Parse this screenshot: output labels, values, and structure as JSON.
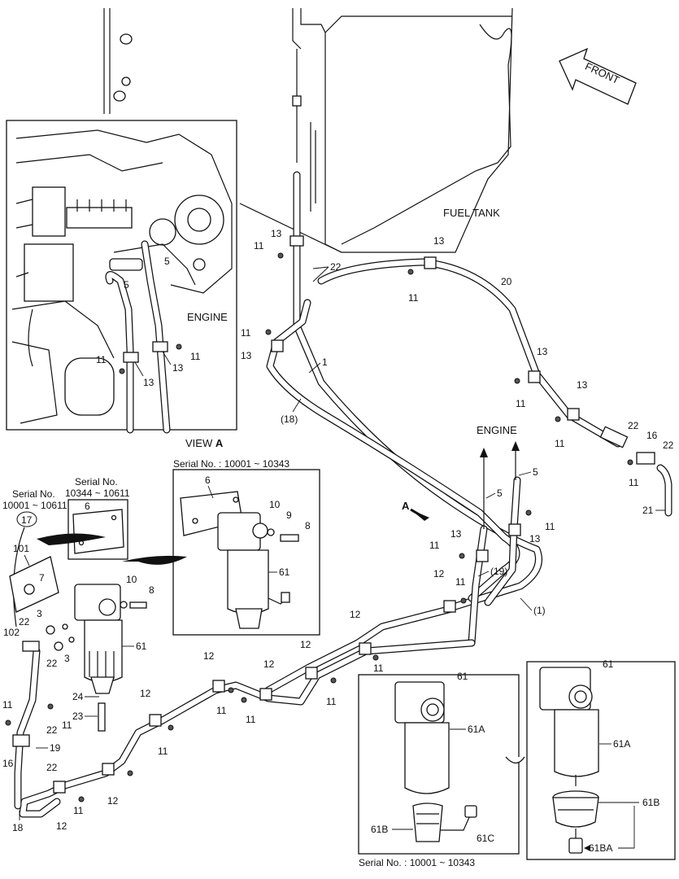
{
  "labels": {
    "fuel_tank": "FUEL TANK",
    "front": "FRONT",
    "engine_view": "ENGINE",
    "engine_top": "ENGINE",
    "view_a_prefix": "VIEW ",
    "view_a_letter": "A",
    "arrow_a": "A"
  },
  "serial_labels": {
    "s1_title": "Serial No.",
    "s1_range": "10001 ~ 10611",
    "s2_title": "Serial No.",
    "s2_range": "10344 ~ 10611",
    "s3": "Serial No. : 10001 ~ 10343",
    "s4": "Serial No. : 10001 ~ 10343"
  },
  "callouts": {
    "c1": "11",
    "c2": "13",
    "c3": "22",
    "c4": "13",
    "c5": "11",
    "c6": "20",
    "c7": "11",
    "c8": "13",
    "c9": "1",
    "c10": "(18)",
    "c11": "13",
    "c12": "11",
    "c13": "13",
    "c14": "11",
    "c15": "22",
    "c16": "16",
    "c17": "22",
    "c18": "11",
    "c19": "21",
    "c20": "5",
    "c21": "5",
    "c22": "11",
    "c23": "13",
    "c24": "13",
    "c25": "11",
    "c26": "12",
    "c27": "11",
    "c28": "(19)",
    "c29": "(1)",
    "c30": "12",
    "c31": "11",
    "c32": "12",
    "c33": "11",
    "c34": "12",
    "c35": "11",
    "c36": "12",
    "c37": "11",
    "c38": "12",
    "c39": "11",
    "c40": "12",
    "c41": "11",
    "c42": "12",
    "c43": "12",
    "c44": "5",
    "c45": "5",
    "c46": "11",
    "c47": "11",
    "c48": "13",
    "c49": "13",
    "c50": "6",
    "c51": "10",
    "c52": "9",
    "c53": "8",
    "c54": "61",
    "c55": "6",
    "c56": "17",
    "c57": "101",
    "c58": "7",
    "c59": "10",
    "c60": "8",
    "c61": "3",
    "c62": "22",
    "c63": "102",
    "c64": "22",
    "c65": "3",
    "c66": "61",
    "c67": "24",
    "c68": "23",
    "c69": "11",
    "c70": "11",
    "c71": "22",
    "c72": "19",
    "c73": "16",
    "c74": "22",
    "c75": "18",
    "c76": "61",
    "c77": "61A",
    "c78": "61B",
    "c79": "61C",
    "c80": "61",
    "c81": "61A",
    "c82": "61B",
    "c83": "61BA"
  },
  "colors": {
    "line": "#111111",
    "background": "#ffffff",
    "shade": "#555555"
  }
}
